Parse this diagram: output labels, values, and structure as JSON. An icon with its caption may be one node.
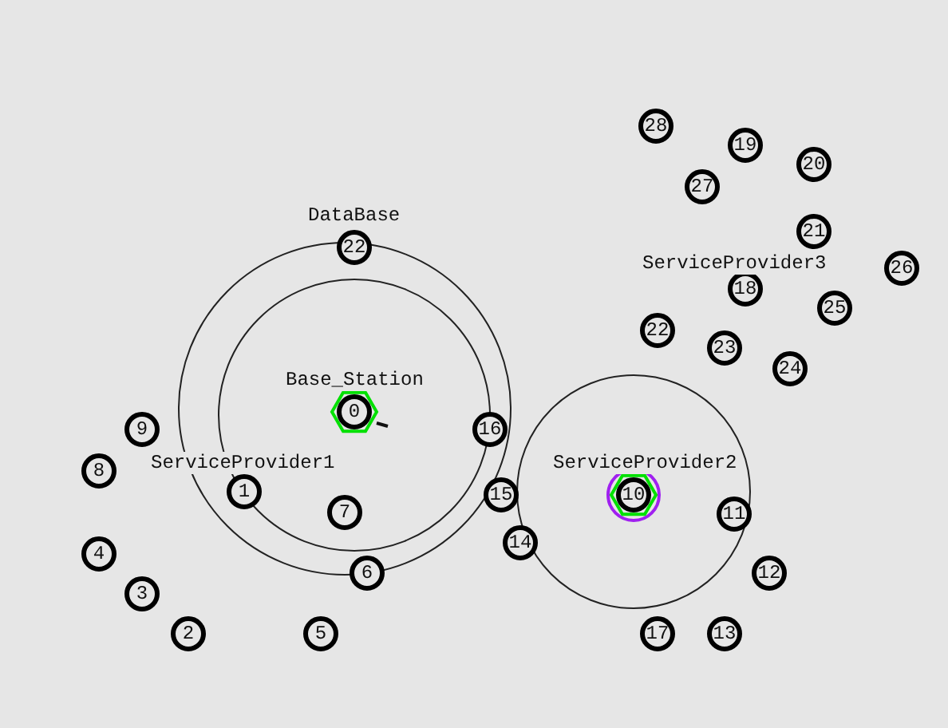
{
  "diagram": {
    "nodes": [
      {
        "text": [
          "28"
        ]
      },
      {
        "text": [
          "19"
        ]
      },
      {
        "text": [
          "20"
        ]
      },
      {
        "text": [
          "27"
        ]
      },
      {
        "text": [
          "21"
        ]
      },
      {
        "text": [
          "22"
        ],
        "beside": [
          "DataBase"
        ]
      },
      {
        "text": [
          "26"
        ]
      },
      {
        "text": [
          "18"
        ],
        "beside": [
          "ServiceProvider3"
        ]
      },
      {
        "text": [
          "25"
        ]
      },
      {
        "text": [
          "22"
        ]
      },
      {
        "text": [
          "23"
        ]
      },
      {
        "text": [
          "24"
        ]
      },
      {
        "text": [
          "0"
        ],
        "beside": [
          "Base_Station"
        ]
      },
      {
        "text": [
          "9"
        ]
      },
      {
        "text": [
          "16"
        ]
      },
      {
        "text": [
          "8"
        ]
      },
      {
        "text": [
          "1"
        ],
        "beside": [
          "ServiceProvider1"
        ]
      },
      {
        "text": [
          "15"
        ]
      },
      {
        "text": [
          "10"
        ],
        "beside": [
          "ServiceProvider2"
        ]
      },
      {
        "text": [
          "7"
        ]
      },
      {
        "text": [
          "11"
        ]
      },
      {
        "text": [
          "14"
        ]
      },
      {
        "text": [
          "4"
        ]
      },
      {
        "text": [
          "6"
        ]
      },
      {
        "text": [
          "12"
        ]
      },
      {
        "text": [
          "3"
        ]
      },
      {
        "text": [
          "2"
        ]
      },
      {
        "text": [
          "5"
        ]
      },
      {
        "text": [
          "17"
        ]
      },
      {
        "text": [
          "13"
        ]
      }
    ]
  }
}
